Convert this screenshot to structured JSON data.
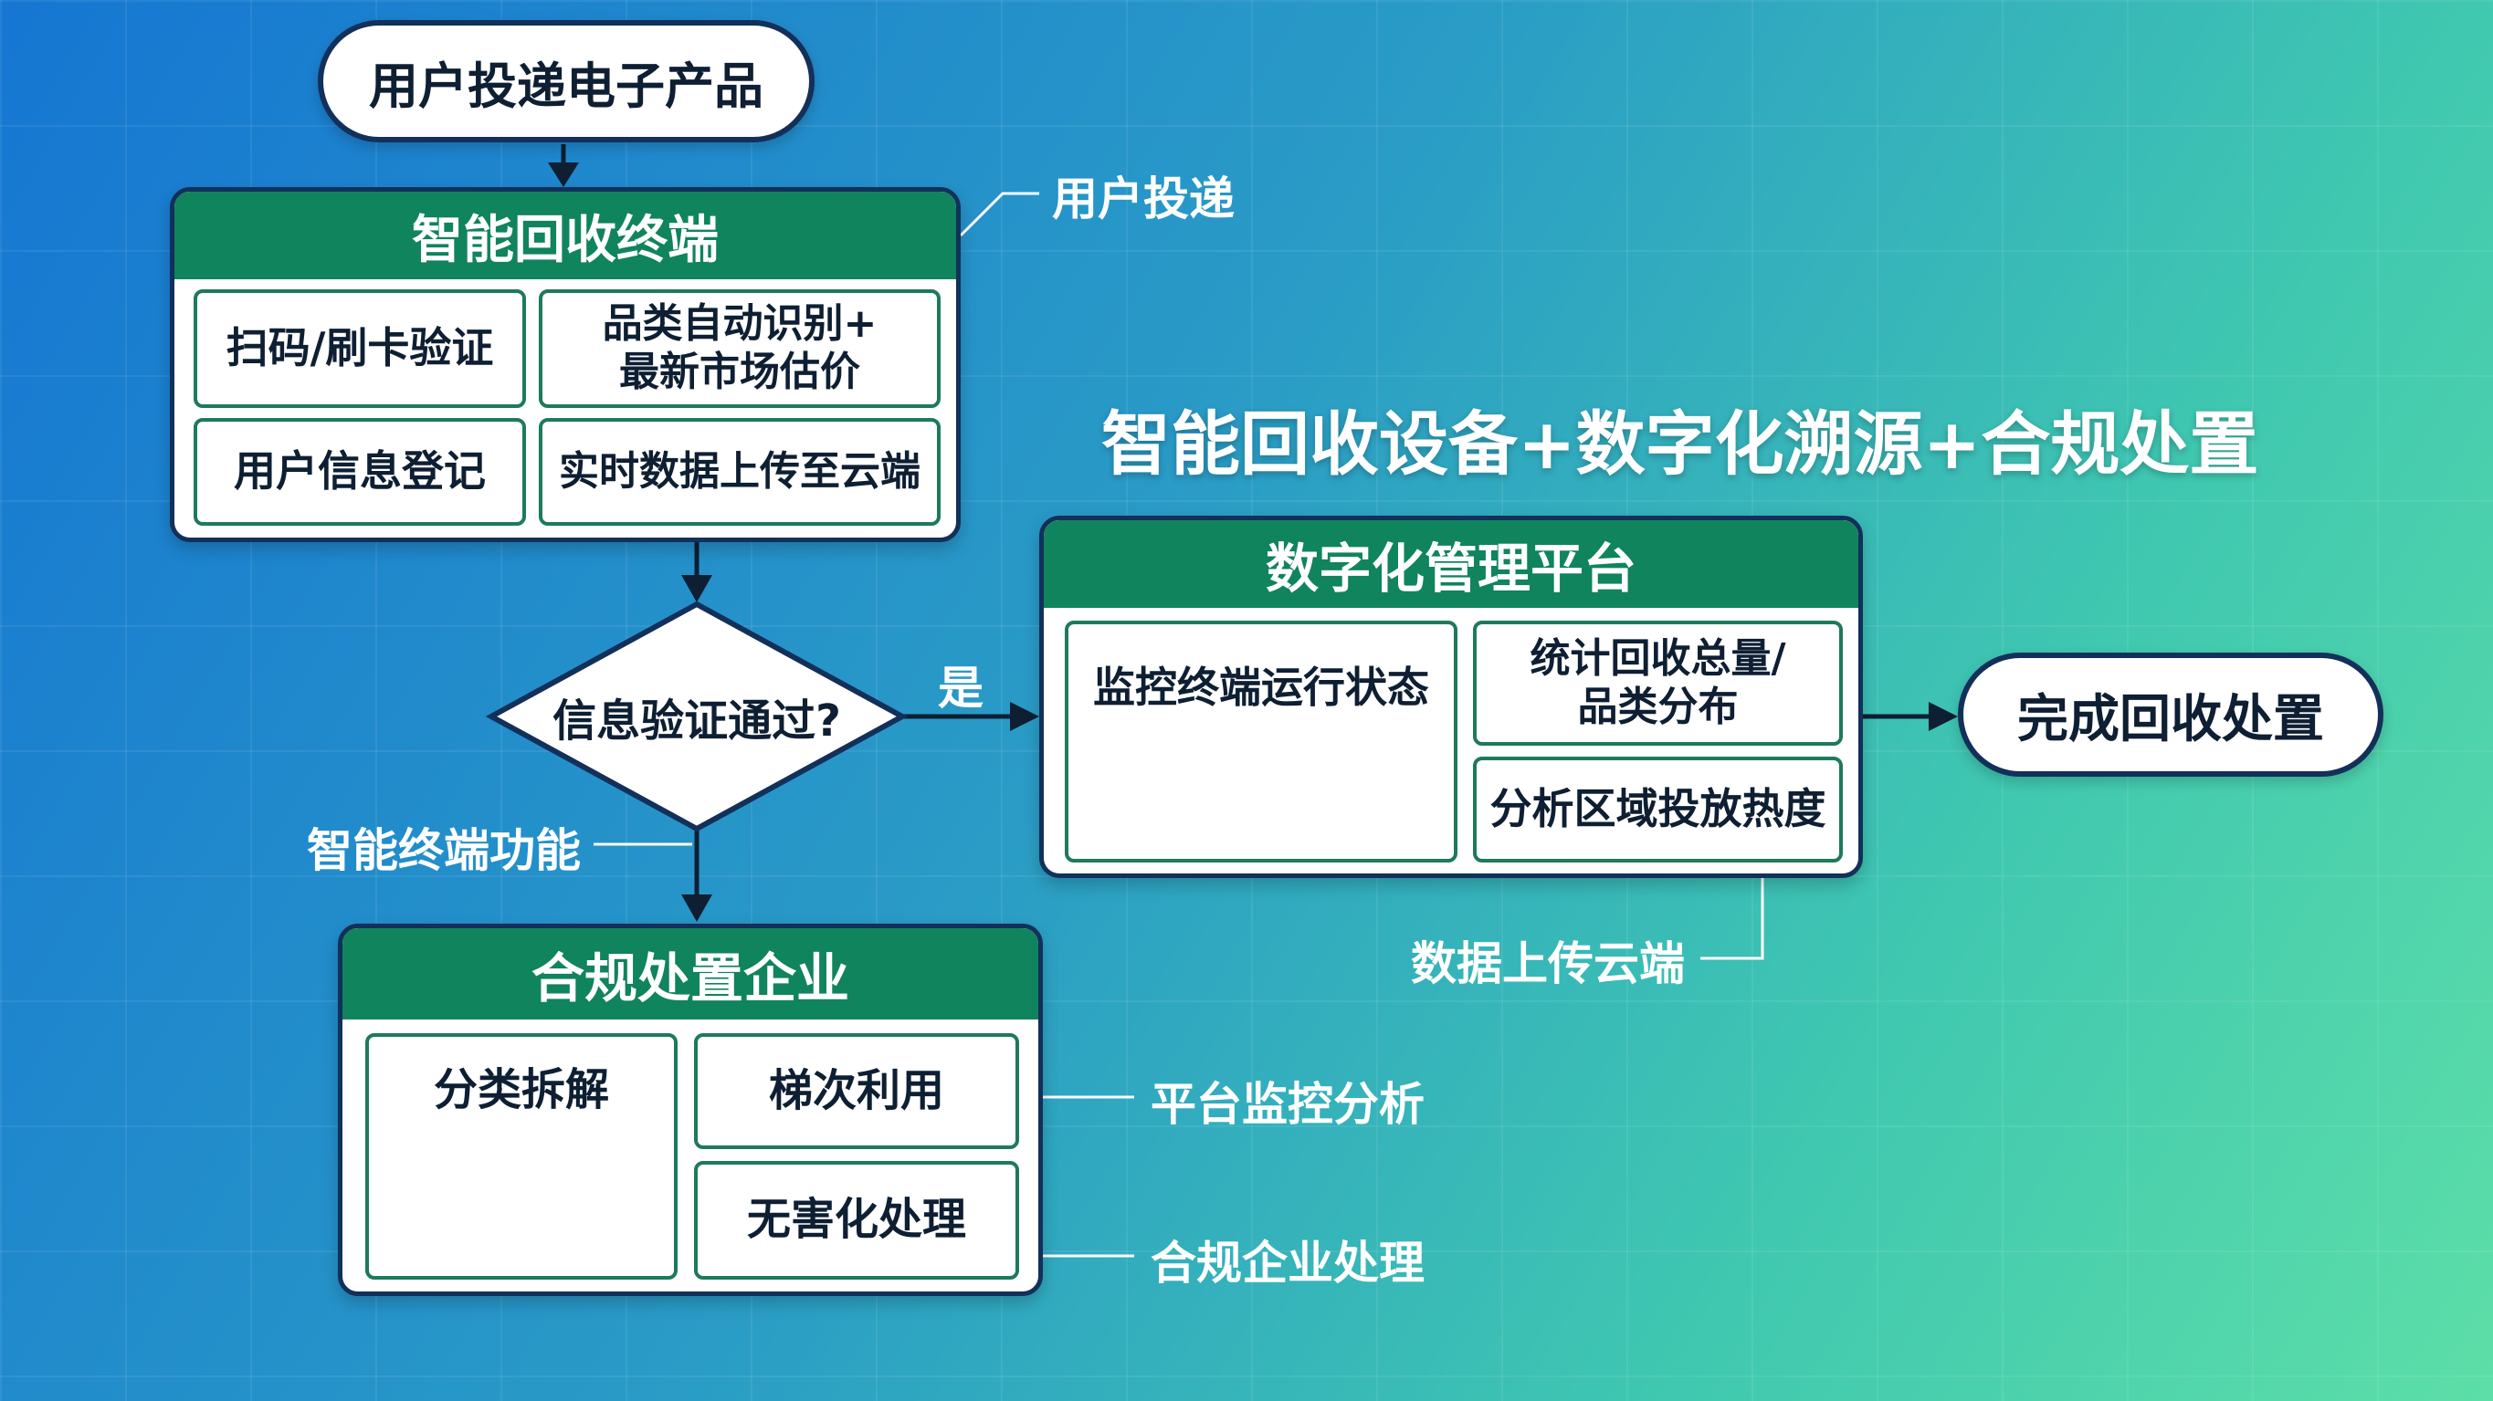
{
  "start": "用户投递电子产品",
  "terminal": {
    "title": "智能回收终端",
    "cells": [
      "扫码/刷卡验证",
      [
        "品类自动识别+",
        "最新市场估价"
      ],
      "用户信息登记",
      "实时数据上传至云端"
    ]
  },
  "annotations": {
    "user_delivery": "用户投递",
    "terminal_function": "智能终端功能",
    "yes": "是",
    "upload_cloud": "数据上传云端",
    "platform_analysis": "平台监控分析",
    "compliance_processing": "合规企业处理"
  },
  "decision": "信息验证通过?",
  "headline": "智能回收设备+数字化溯源+合规处置",
  "platform": {
    "title": "数字化管理平台",
    "cells": [
      "监控终端运行状态",
      [
        "统计回收总量/",
        "品类分布"
      ],
      "分析区域投放热度"
    ]
  },
  "end": "完成回收处置",
  "compliance": {
    "title": "合规处置企业",
    "cells": [
      "分类拆解",
      "梯次利用",
      "无害化处理"
    ]
  },
  "colors": {
    "header_green": "#10845c",
    "outline_navy": "#12305a",
    "cell_border": "#1d7a5a"
  }
}
